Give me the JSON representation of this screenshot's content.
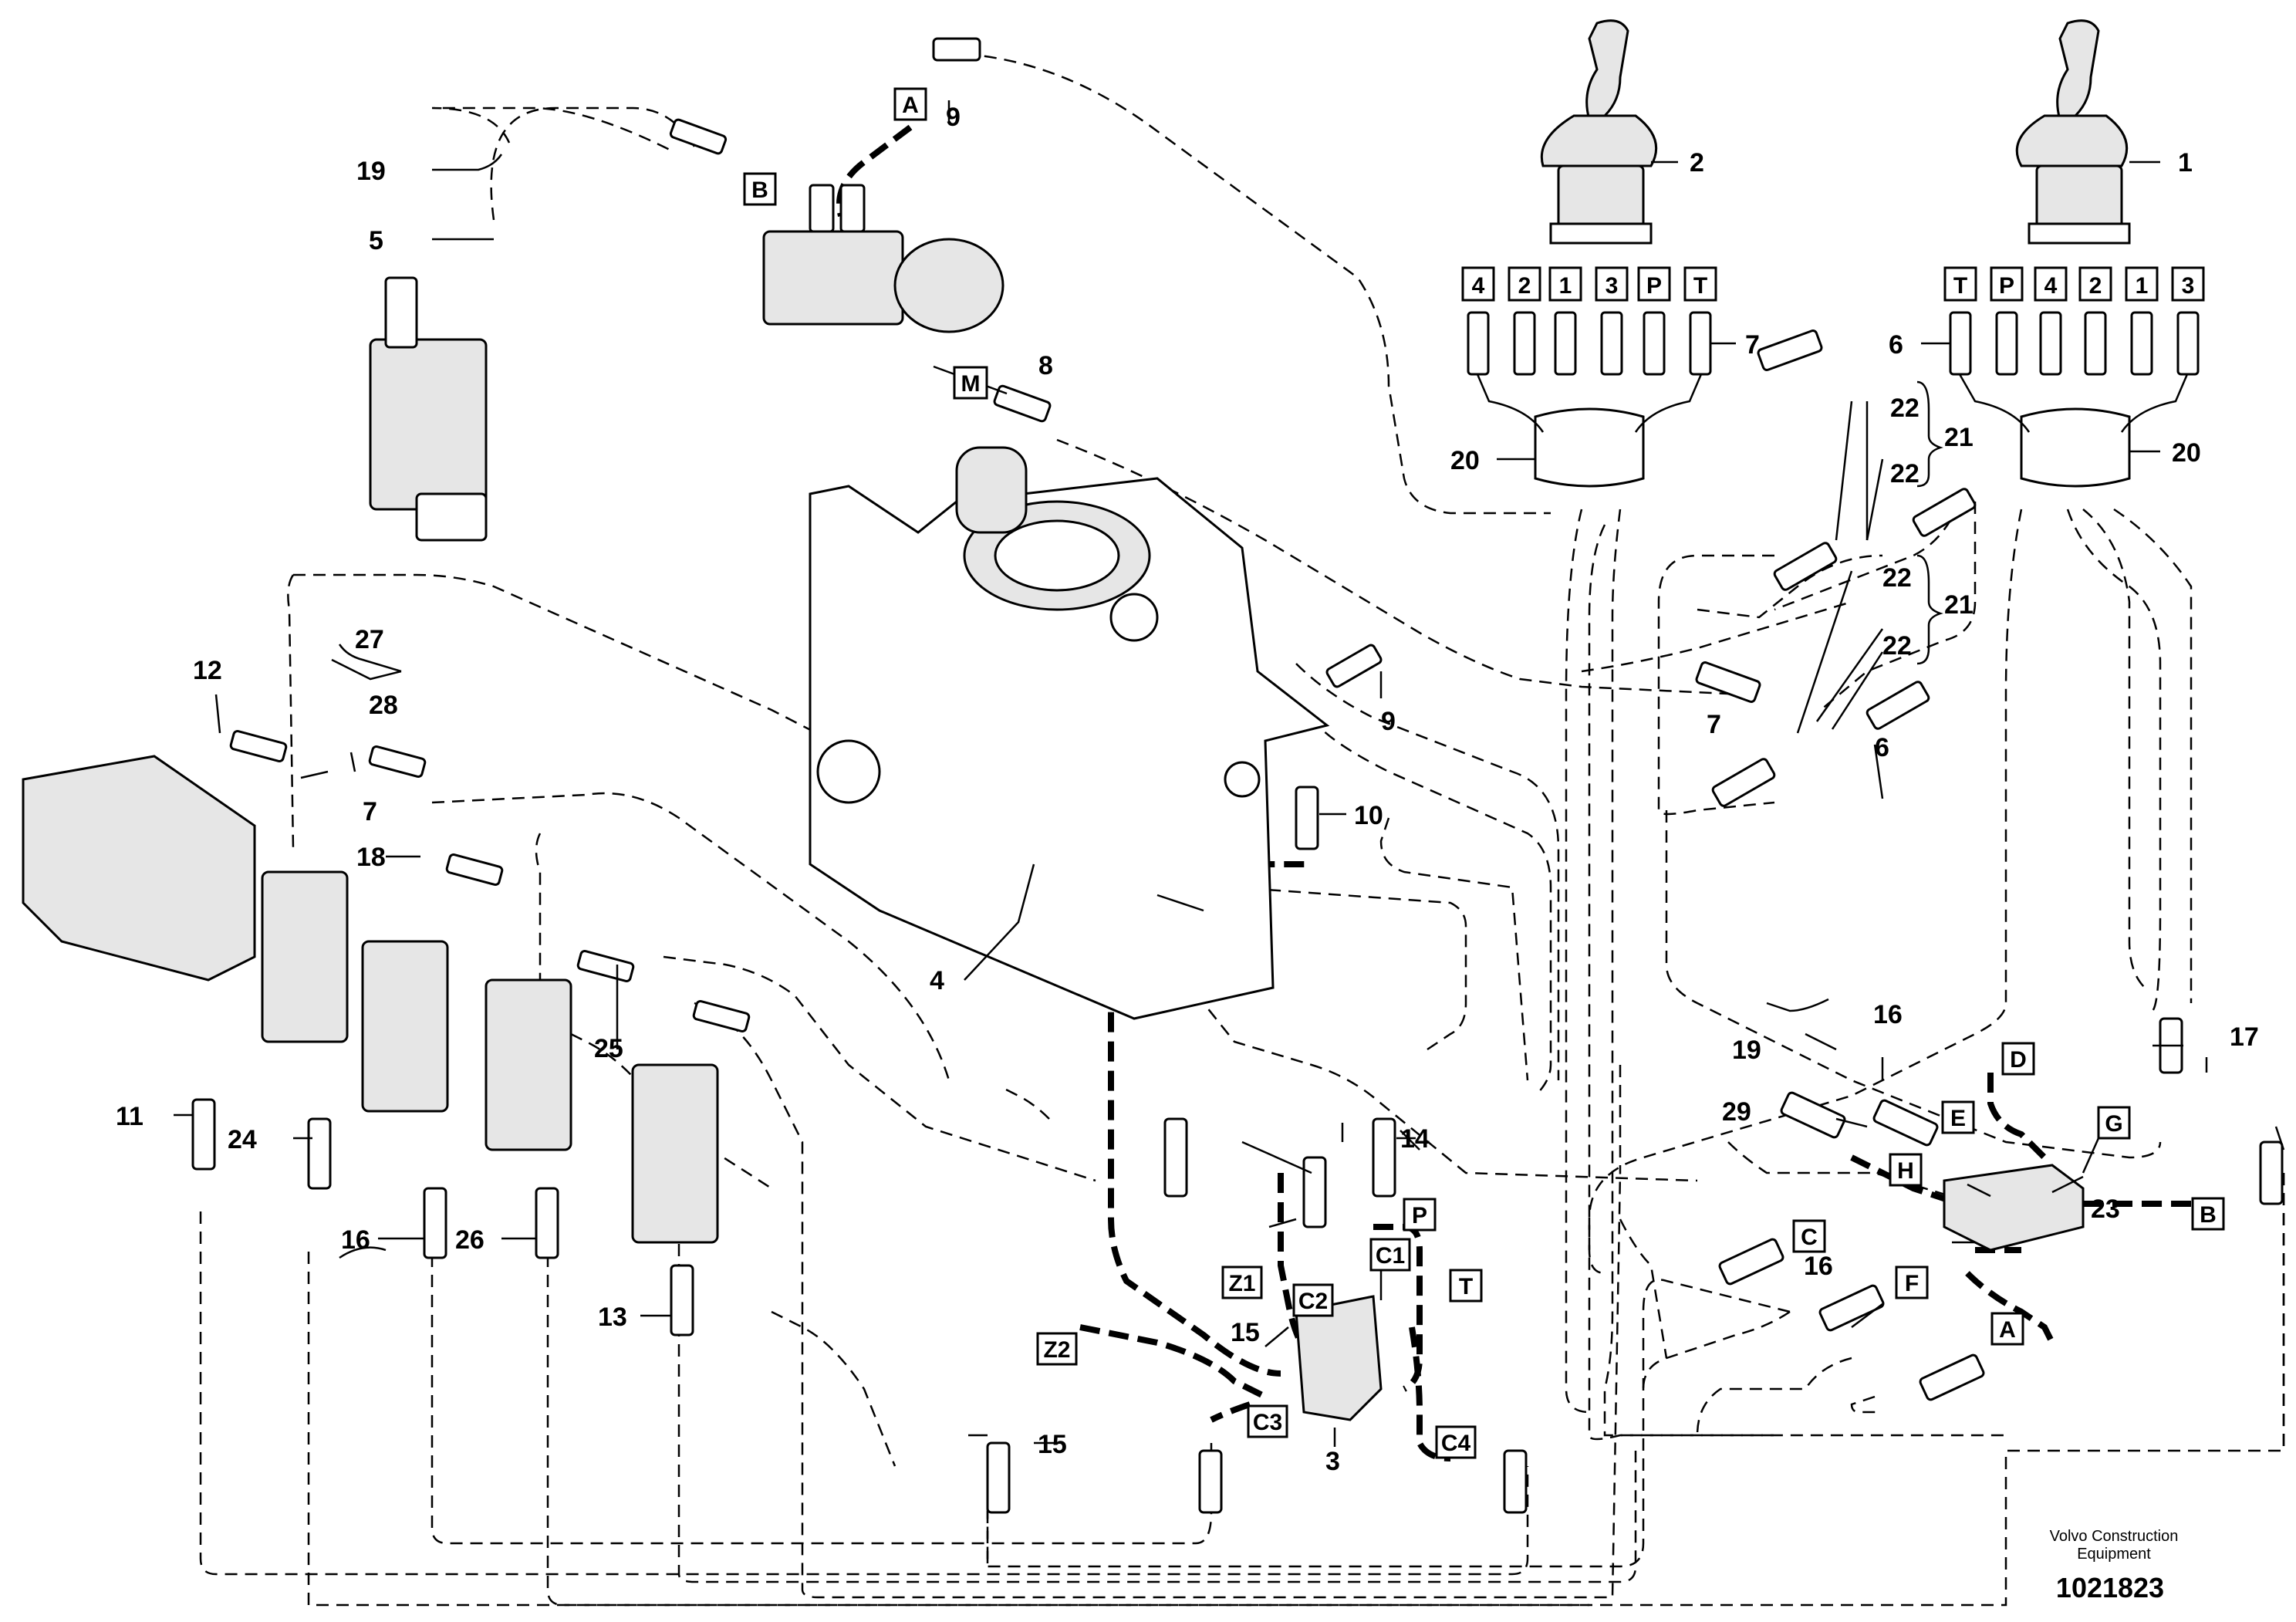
{
  "credit": {
    "line1": "Volvo Construction",
    "line2": "Equipment"
  },
  "document_number": "1021823",
  "part_numbers": {
    "p1": "1",
    "p2": "2",
    "p3": "3",
    "p4": "4",
    "p5": "5",
    "p6a": "6",
    "p6b": "6",
    "p7a": "7",
    "p7b": "7",
    "p7c": "7",
    "p8": "8",
    "p9a": "9",
    "p9b": "9",
    "p10": "10",
    "p11": "11",
    "p12": "12",
    "p13": "13",
    "p14": "14",
    "p15a": "15",
    "p15b": "15",
    "p16a": "16",
    "p16b": "16",
    "p16c": "16",
    "p17": "17",
    "p18": "18",
    "p19a": "19",
    "p19b": "19",
    "p20a": "20",
    "p20b": "20",
    "p21a": "21",
    "p21b": "21",
    "p22a": "22",
    "p22b": "22",
    "p22c": "22",
    "p22d": "22",
    "p23": "23",
    "p24": "24",
    "p25": "25",
    "p26": "26",
    "p27": "27",
    "p28": "28",
    "p29": "29"
  },
  "port_labels": {
    "left_joystick": [
      "4",
      "2",
      "1",
      "3",
      "P",
      "T"
    ],
    "right_joystick": [
      "T",
      "P",
      "4",
      "2",
      "1",
      "3"
    ]
  },
  "connection_labels": {
    "A_top": "A",
    "B_top": "B",
    "M": "M",
    "Z1": "Z1",
    "Z2": "Z2",
    "C1": "C1",
    "C2": "C2",
    "C3": "C3",
    "C4": "C4",
    "P": "P",
    "T": "T",
    "D": "D",
    "E": "E",
    "G": "G",
    "H": "H",
    "C": "C",
    "F": "F",
    "B_right": "B",
    "A_bottom": "A"
  }
}
